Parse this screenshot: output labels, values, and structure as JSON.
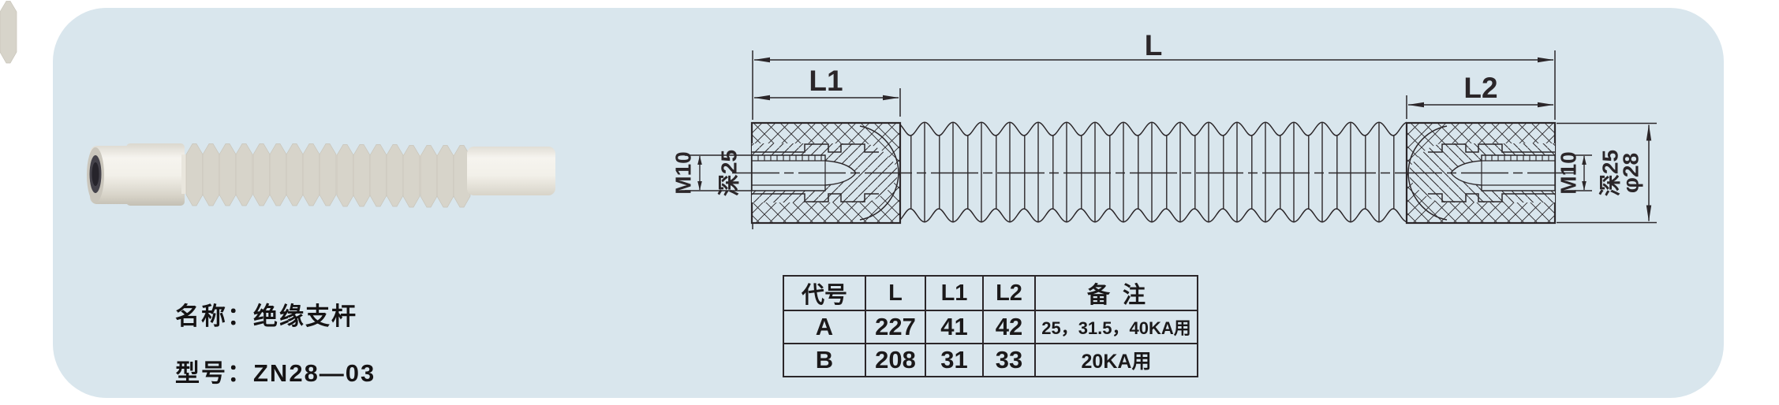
{
  "panel": {
    "bg_color": "#d9e6ed",
    "ink_color": "#2b2629"
  },
  "product": {
    "name": "名称：绝缘支杆",
    "model": "型号：ZN28—03"
  },
  "drawing": {
    "dim_overall": "L",
    "dim_left_section": "L1",
    "dim_right_section": "L2",
    "thread_spec": "M10",
    "thread_depth": "深25",
    "outer_diameter": "φ28"
  },
  "spec_table": {
    "headers": [
      "代号",
      "L",
      "L1",
      "L2",
      "备  注"
    ],
    "rows": [
      {
        "code": "A",
        "l": "227",
        "l1": "41",
        "l2": "42",
        "remark": "25，31.5，40KA用"
      },
      {
        "code": "B",
        "l": "208",
        "l1": "31",
        "l2": "33",
        "remark": "20KA用"
      }
    ]
  }
}
